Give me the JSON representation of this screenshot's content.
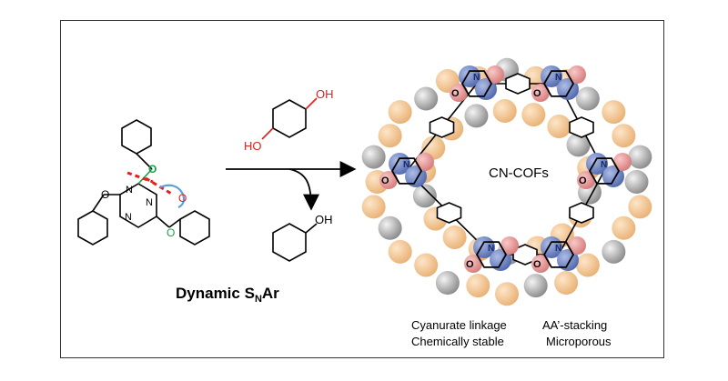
{
  "title": {
    "main": "Dynamic S",
    "sub": "N",
    "tail": "Ar"
  },
  "reagent": {
    "label_left": "HO",
    "label_right": "OH"
  },
  "byproduct": {
    "label": "OH"
  },
  "framework": {
    "center_label": "CN-COFs",
    "atom_N": "N",
    "atom_O": "O"
  },
  "properties": {
    "left_line1": "Cyanurate linkage",
    "left_line2": "Chemically stable",
    "right_line1": "AA’-stacking",
    "right_line2": "Microporous"
  },
  "colors": {
    "hydroxyl_red": "#e0201b",
    "ether_green": "#1a9e4a",
    "cleave_red": "#e0201b",
    "sphere_orange": "#f2c48f",
    "sphere_gray": "#9a9a9a",
    "sphere_blue": "#6f86c6",
    "sphere_pink": "#e89b9b"
  }
}
